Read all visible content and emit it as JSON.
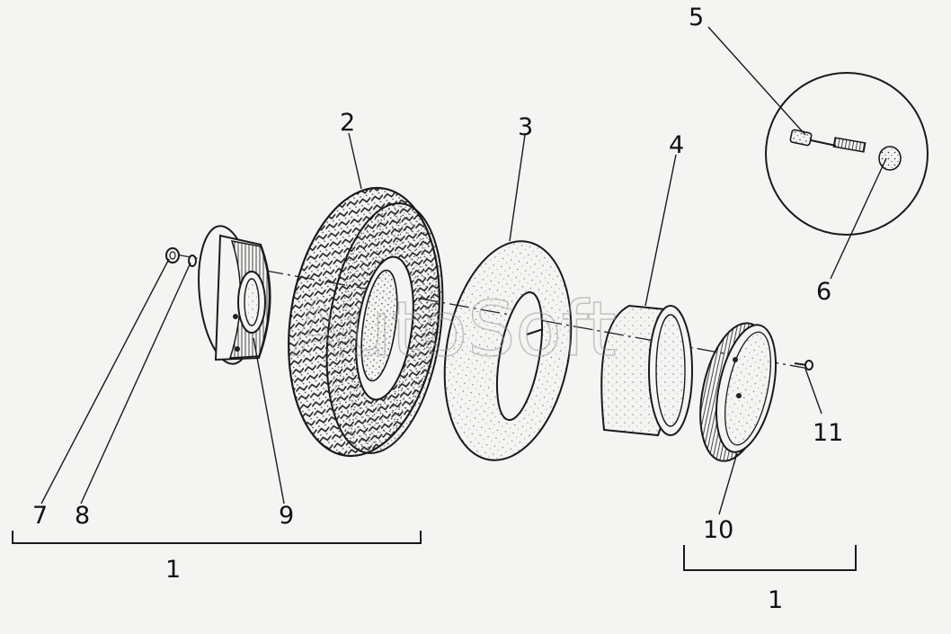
{
  "watermark": "AutoSoft",
  "labels": {
    "l1a": "1",
    "l1b": "1",
    "l2": "2",
    "l3": "3",
    "l4": "4",
    "l5": "5",
    "l6": "6",
    "l7": "7",
    "l8": "8",
    "l9": "9",
    "l10": "10",
    "l11": "11"
  }
}
